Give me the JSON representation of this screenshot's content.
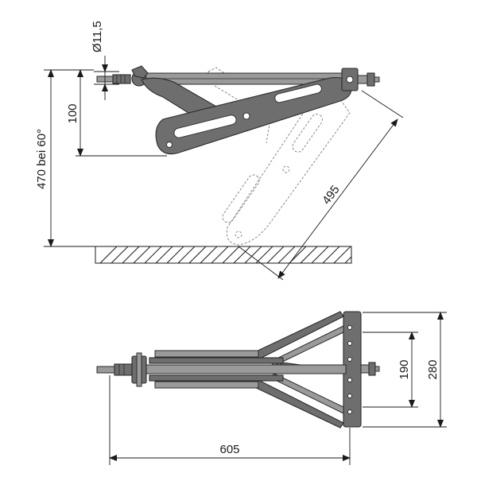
{
  "dimensions": {
    "diameter": "Ø11,5",
    "height_100": "100",
    "height_total": "470 bei 60°",
    "length_495": "495",
    "width_190": "190",
    "width_280": "280",
    "length_605": "605"
  }
}
